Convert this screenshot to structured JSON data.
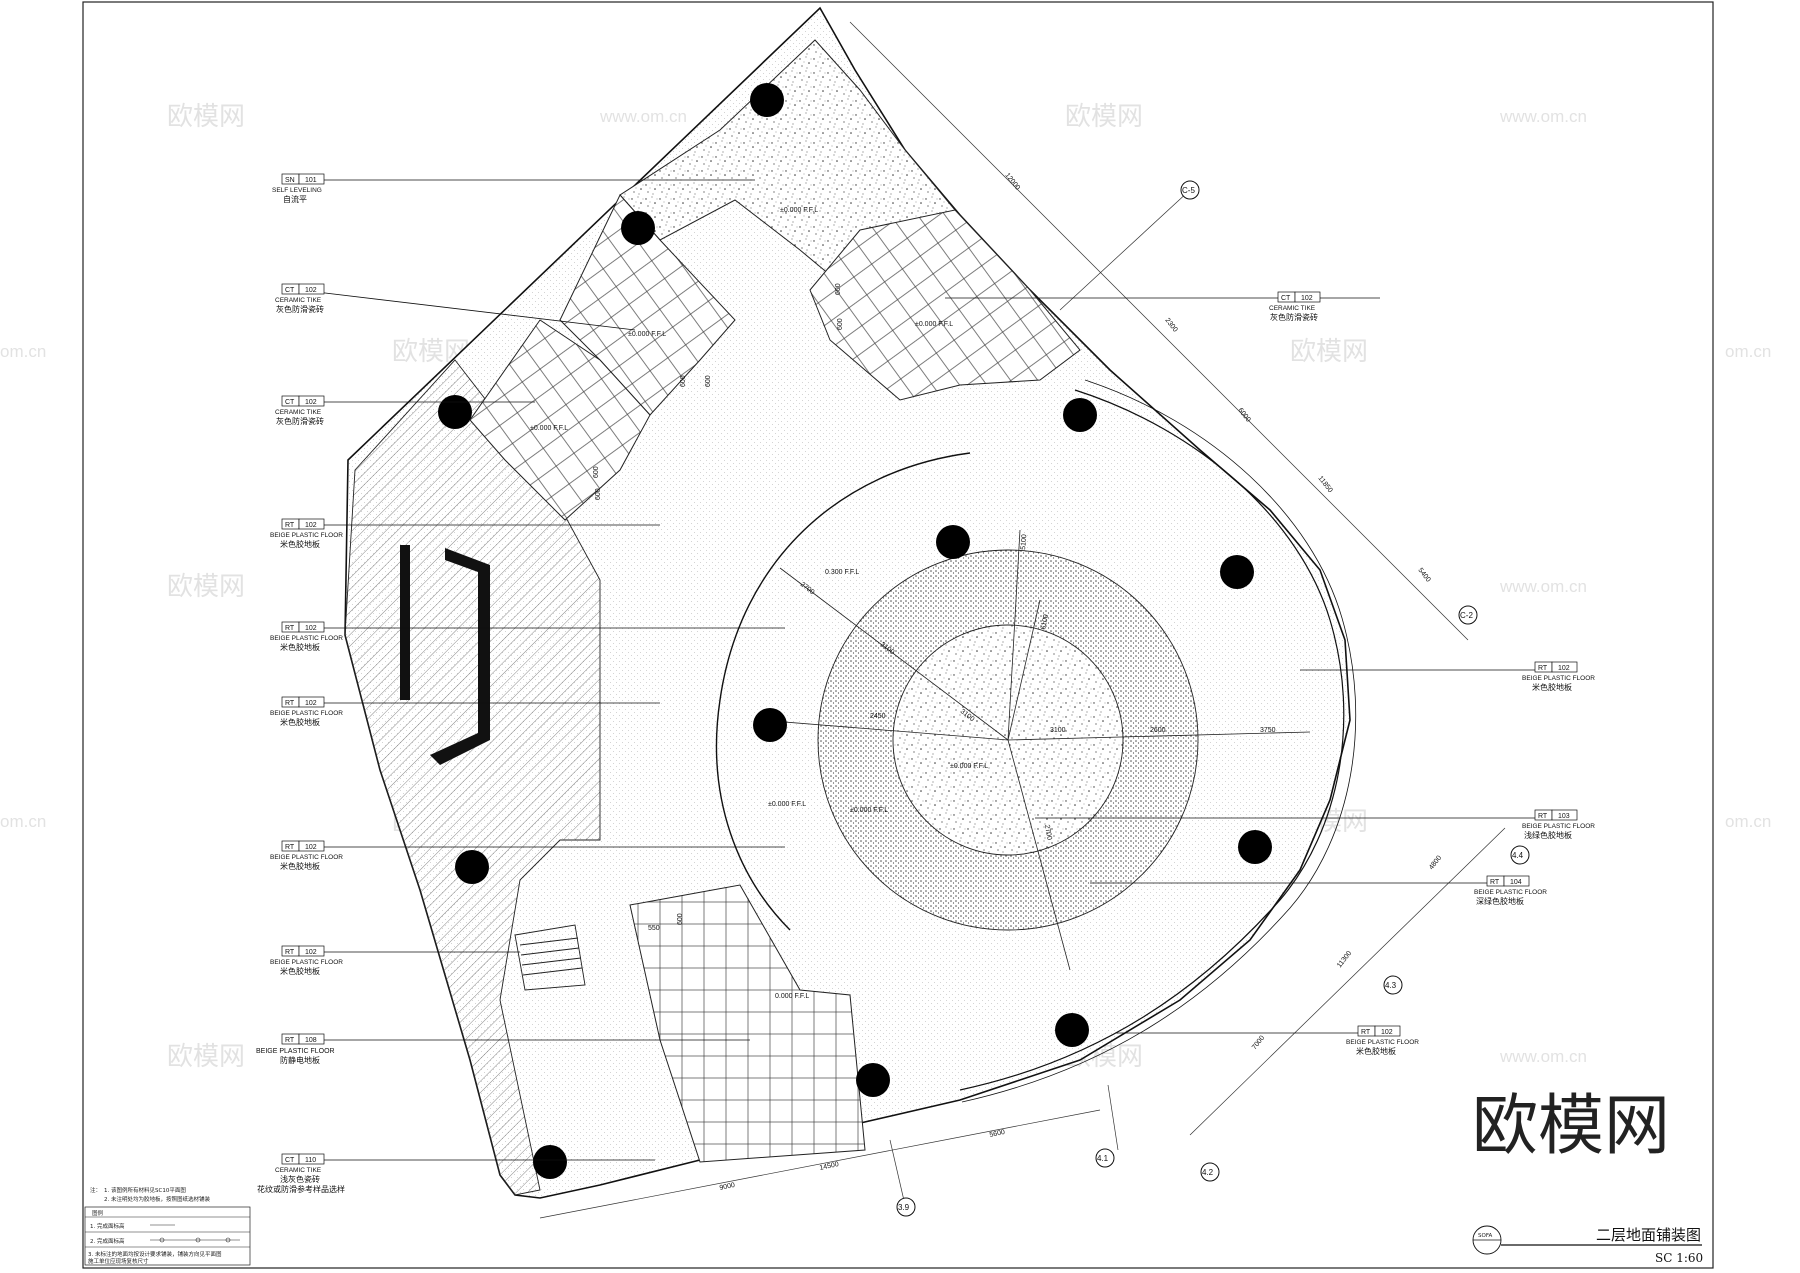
{
  "title": "二层地面铺装图",
  "scale": "SC  1:60",
  "logo": "欧模网",
  "watermark": {
    "cn": "欧模网",
    "url": "www.om.cn",
    "edge": "om.cn"
  },
  "sheet_code": "SOFA",
  "materials": [
    {
      "code": "SN",
      "num": "101",
      "en": "SELF LEVELING",
      "cn": "自流平"
    },
    {
      "code": "CT",
      "num": "102",
      "en": "CERAMIC TIKE",
      "cn": "灰色防滑瓷砖"
    },
    {
      "code": "CT",
      "num": "102",
      "en": "CERAMIC TIKE",
      "cn": "灰色防滑瓷砖"
    },
    {
      "code": "RT",
      "num": "102",
      "en": "BEIGE PLASTIC FLOOR",
      "cn": "米色胶地板"
    },
    {
      "code": "RT",
      "num": "102",
      "en": "BEIGE PLASTIC FLOOR",
      "cn": "米色胶地板"
    },
    {
      "code": "RT",
      "num": "102",
      "en": "BEIGE PLASTIC FLOOR",
      "cn": "米色胶地板"
    },
    {
      "code": "RT",
      "num": "102",
      "en": "BEIGE PLASTIC FLOOR",
      "cn": "米色胶地板"
    },
    {
      "code": "RT",
      "num": "102",
      "en": "BEIGE PLASTIC FLOOR",
      "cn": "米色胶地板"
    },
    {
      "code": "RT",
      "num": "108",
      "en": "BEIGE PLASTIC FLOOR",
      "cn": "防静电地板"
    },
    {
      "code": "CT",
      "num": "110",
      "en": "CERAMIC TIKE",
      "cn": "浅灰色瓷砖"
    },
    {
      "code": "CT",
      "num": "102",
      "en": "CERAMIC TIKE",
      "cn": "灰色防滑瓷砖"
    },
    {
      "code": "RT",
      "num": "102",
      "en": "BEIGE PLASTIC FLOOR",
      "cn": "米色胶地板"
    },
    {
      "code": "RT",
      "num": "103",
      "en": "BEIGE PLASTIC FLOOR",
      "cn": "浅绿色胶地板"
    },
    {
      "code": "RT",
      "num": "104",
      "en": "BEIGE PLASTIC FLOOR",
      "cn": "深绿色胶地板"
    },
    {
      "code": "RT",
      "num": "102",
      "en": "BEIGE PLASTIC FLOOR",
      "cn": "米色胶地板"
    }
  ],
  "ct110_extra": "花纹或防滑参考样品选样",
  "grid_labels": [
    "C-5",
    "C-2",
    "4.4",
    "4.3",
    "4.2",
    "4.1",
    "3.9"
  ],
  "dimensions": [
    "12000",
    "2300",
    "6000",
    "11850",
    "5400",
    "4800",
    "11300",
    "7000",
    "5600",
    "14500",
    "9000",
    "600",
    "600",
    "600",
    "600",
    "600",
    "600",
    "550",
    "600",
    "3100",
    "2600",
    "3750",
    "5100",
    "6100",
    "3100",
    "2700",
    "3100",
    "2450",
    "2700"
  ],
  "levels": [
    "±0.000 F.F.L",
    "±0.000 F.F.L",
    "±0.000 F.F.L",
    "±0.000 F.F.L",
    "0.300 F.F.L",
    "±0.000 F.F.L",
    "±0.000 F.F.L",
    "±0.000 F.F.L",
    "0.000 F.F.L"
  ],
  "notes": {
    "header": "注：",
    "lines": [
      "1. 该图例所有材料见SC10平面图",
      "2. 未注明处均为胶地板，按照图纸选材铺装"
    ],
    "legend_title": "图例",
    "legend_rows": [
      "1. 完成面标高",
      "2. 完成面标高"
    ],
    "footer": [
      "3. 未标注的地面均按设计要求铺装，铺装方向见平面图",
      "施工单位应现场复核尺寸"
    ]
  }
}
